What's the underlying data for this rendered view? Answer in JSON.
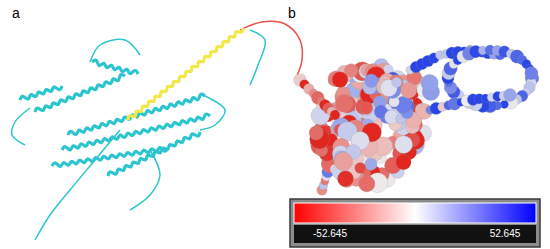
{
  "diagram": {
    "labels": [
      "a",
      "b",
      "-52.645",
      "52.645"
    ]
  }
}
